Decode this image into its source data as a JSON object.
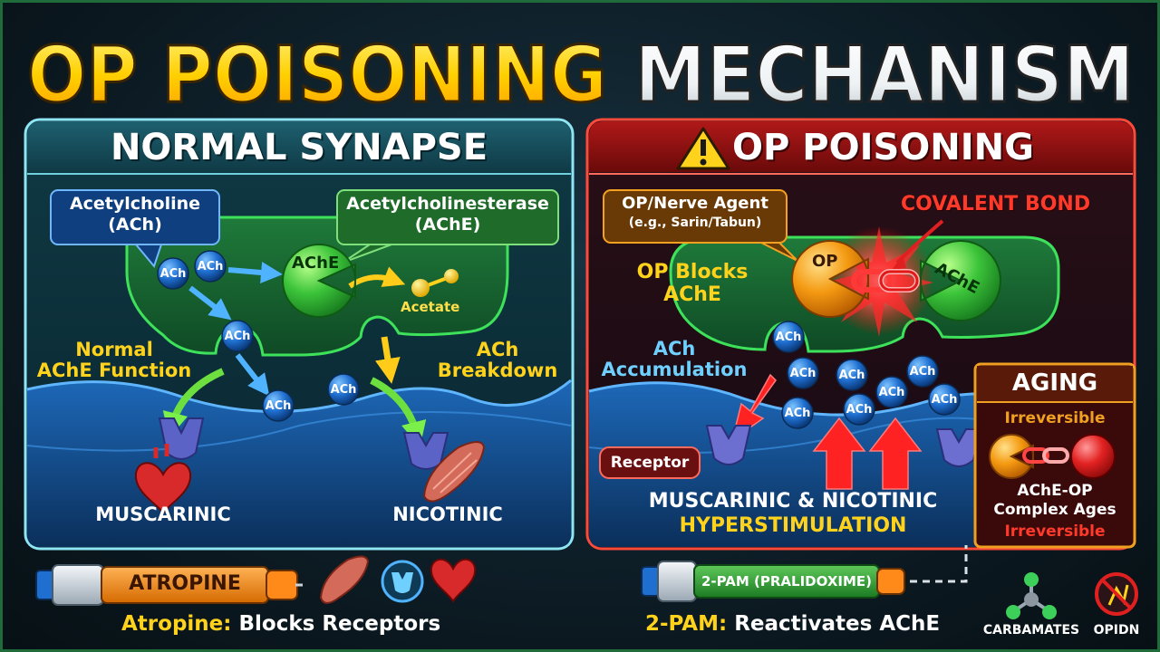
{
  "title": {
    "part1": "OP POISONING",
    "part2": "MECHANISM"
  },
  "normal": {
    "header": "NORMAL SYNAPSE",
    "ach_box": {
      "line1": "Acetylcholine",
      "line2": "(ACh)"
    },
    "ache_box": {
      "line1": "Acetylcholinesterase",
      "line2": "(AChE)"
    },
    "ache_label": "AChE",
    "ach_molecule": "ACh",
    "acetate": "Acetate",
    "normal_function": {
      "line1": "Normal",
      "line2": "AChE Function"
    },
    "breakdown": {
      "line1": "ACh",
      "line2": "Breakdown"
    },
    "muscarinic": "MUSCARINIC",
    "nicotinic": "NICOTINIC"
  },
  "op": {
    "header": "OP POISONING",
    "agent_box": {
      "line1": "OP/Nerve Agent",
      "line2": "(e.g., Sarin/Tabun)"
    },
    "covalent": "COVALENT BOND",
    "op_label": "OP",
    "ache_label": "AChE",
    "blocks": {
      "line1": "OP Blocks",
      "line2": "AChE"
    },
    "accumulation": {
      "line1": "ACh",
      "line2": "Accumulation"
    },
    "receptor": "Receptor",
    "hyper": {
      "line1": "MUSCARINIC & NICOTINIC",
      "line2": "HYPERSTIMULATION"
    }
  },
  "aging": {
    "header": "AGING",
    "irreversible_top": "Irreversible",
    "text": {
      "line1": "AChE-OP",
      "line2": "Complex Ages"
    },
    "irreversible_bottom": "Irreversible"
  },
  "bottom": {
    "atropine_label": "ATROPINE",
    "atropine_caption": {
      "bold": "Atropine:",
      "rest": " Blocks Receptors"
    },
    "pam_label": "2-PAM (PRALIDOXIME)",
    "pam_caption": {
      "bold": "2-PAM:",
      "rest": " Reactivates AChE"
    },
    "carbamates": "CARBAMATES",
    "opidn": "OPIDN"
  },
  "colors": {
    "yellow": "#ffd21c",
    "normal_border": "#7fe0f0",
    "op_border": "#ff4a3a",
    "ache_green": "#39c43a",
    "op_orange": "#f39a12",
    "ach_blue": "#1f6fd0"
  }
}
